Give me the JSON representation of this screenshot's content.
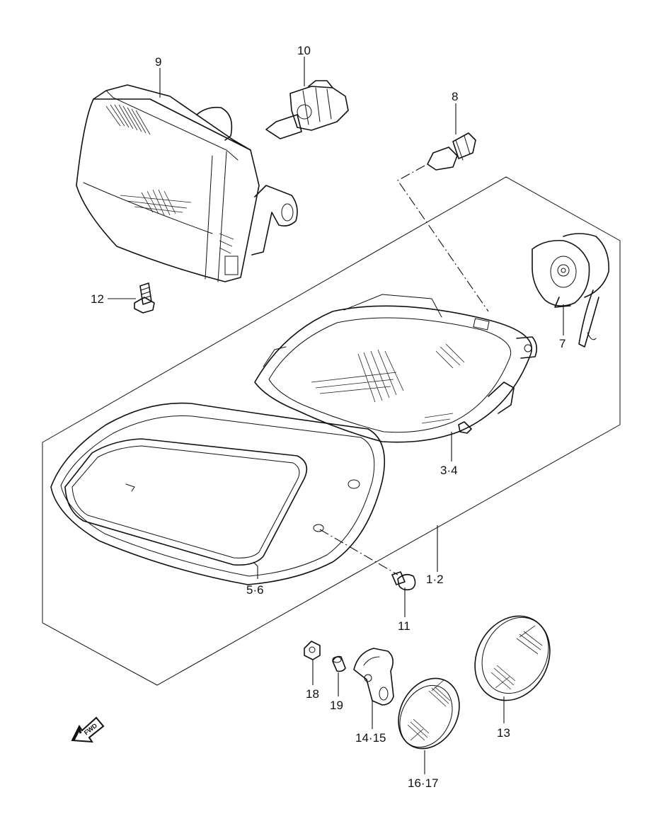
{
  "diagram": {
    "callouts": {
      "c1_2": "1·2",
      "c3_4": "3·4",
      "c5_6": "5·6",
      "c7": "7",
      "c8": "8",
      "c9": "9",
      "c10": "10",
      "c11": "11",
      "c12": "12",
      "c13": "13",
      "c14_15": "14·15",
      "c16_17": "16·17",
      "c18": "18",
      "c19": "19"
    },
    "fwd_label": "FWD"
  }
}
